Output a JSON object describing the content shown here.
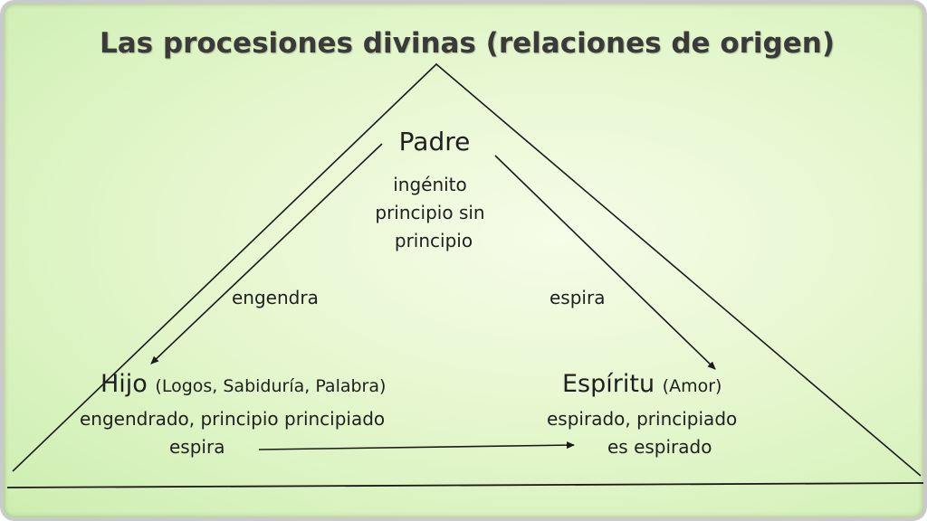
{
  "title": "Las procesiones divinas (relaciones de origen)",
  "padre": {
    "name": "Padre",
    "attributes": [
      "ingénito",
      "principio sin",
      "principio"
    ]
  },
  "relations": {
    "left": "engendra",
    "right": "espira"
  },
  "hijo": {
    "name": "Hijo",
    "aliases": "(Logos, Sabiduría, Palabra)",
    "attribute": "engendrado, principio principiado",
    "action": "espira"
  },
  "espiritu": {
    "name": "Espíritu",
    "alias": "(Amor)",
    "attribute": "espirado, principiado",
    "passive": "es espirado"
  },
  "colors": {
    "line": "#1a1a1a",
    "background": "#e6f7cf"
  }
}
